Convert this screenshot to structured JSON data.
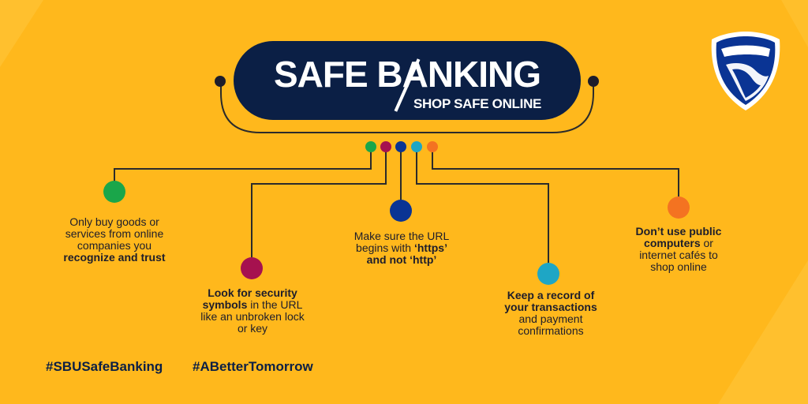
{
  "header": {
    "title": "SAFE BANKING",
    "subtitle": "SHOP SAFE ONLINE"
  },
  "logo": {
    "icon": "standard-bank-shield-icon"
  },
  "tips": [
    {
      "pre": "Only buy goods or services from online companies you ",
      "bold": "recognize and trust",
      "post": "",
      "color": "#1AA64A"
    },
    {
      "pre": "",
      "bold": "Look for security symbols",
      "post": " in the URL like an unbroken lock or key",
      "color": "#A6114F"
    },
    {
      "pre": "Make sure the URL begins with ",
      "bold": "‘https’ and not ‘http’",
      "post": "",
      "color": "#0A3494"
    },
    {
      "pre": "",
      "bold": "Keep a record of your transactions",
      "post": " and payment confirmations",
      "color": "#1EA6C5"
    },
    {
      "pre": "",
      "bold": "Don’t use public computers",
      "post": " or internet cafés to shop online",
      "color": "#F47321"
    }
  ],
  "hashtags": [
    "#SBUSafeBanking",
    "#ABetterTomorrow"
  ],
  "colors": {
    "background": "#FFB81C",
    "navy": "#0B1F45",
    "line": "#2B2B2B"
  }
}
